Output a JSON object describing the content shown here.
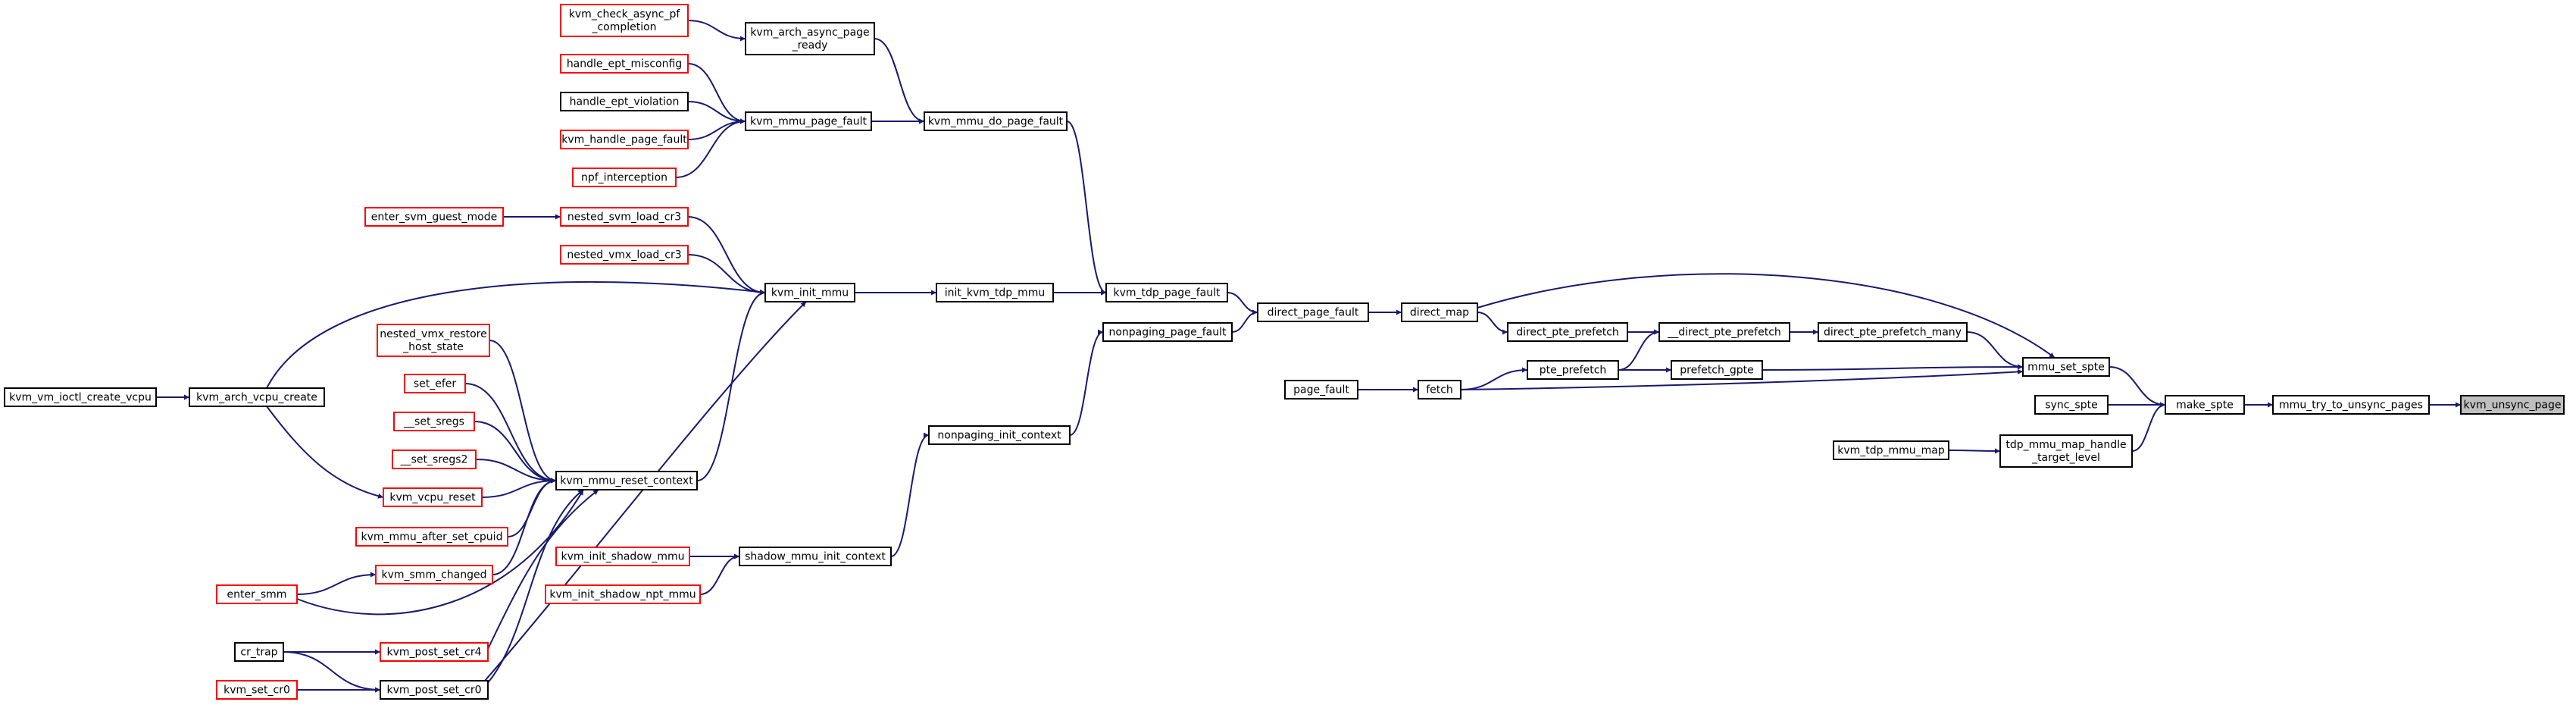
{
  "colors": {
    "edge": "#191970",
    "box_default": "#000000",
    "box_highlight": "#ff0000",
    "focus_fill": "#bfbfbf",
    "background": "#ffffff"
  },
  "focus_node": "kvm_unsync_page",
  "nodes": [
    {
      "id": "kvm_unsync_page",
      "lines": [
        "kvm_unsync_page"
      ],
      "red": false
    },
    {
      "id": "mmu_try_to_unsync_pages",
      "lines": [
        "mmu_try_to_unsync_pages"
      ],
      "red": false
    },
    {
      "id": "make_spte",
      "lines": [
        "make_spte"
      ],
      "red": false
    },
    {
      "id": "mmu_set_spte",
      "lines": [
        "mmu_set_spte"
      ],
      "red": false
    },
    {
      "id": "sync_spte",
      "lines": [
        "sync_spte"
      ],
      "red": false
    },
    {
      "id": "tdp_mmu_map_handle_target_level",
      "lines": [
        "tdp_mmu_map_handle",
        "_target_level"
      ],
      "red": false
    },
    {
      "id": "kvm_tdp_mmu_map",
      "lines": [
        "kvm_tdp_mmu_map"
      ],
      "red": false
    },
    {
      "id": "direct_pte_prefetch_many",
      "lines": [
        "direct_pte_prefetch_many"
      ],
      "red": false
    },
    {
      "id": "direct_map",
      "lines": [
        "direct_map"
      ],
      "red": false
    },
    {
      "id": "fetch",
      "lines": [
        "fetch"
      ],
      "red": false
    },
    {
      "id": "prefetch_gpte",
      "lines": [
        "prefetch_gpte"
      ],
      "red": false
    },
    {
      "id": "__direct_pte_prefetch",
      "lines": [
        "__direct_pte_prefetch"
      ],
      "red": false
    },
    {
      "id": "direct_pte_prefetch",
      "lines": [
        "direct_pte_prefetch"
      ],
      "red": false
    },
    {
      "id": "pte_prefetch",
      "lines": [
        "pte_prefetch"
      ],
      "red": false
    },
    {
      "id": "page_fault",
      "lines": [
        "page_fault"
      ],
      "red": false
    },
    {
      "id": "direct_page_fault",
      "lines": [
        "direct_page_fault"
      ],
      "red": false
    },
    {
      "id": "kvm_tdp_page_fault",
      "lines": [
        "kvm_tdp_page_fault"
      ],
      "red": false
    },
    {
      "id": "nonpaging_page_fault",
      "lines": [
        "nonpaging_page_fault"
      ],
      "red": false
    },
    {
      "id": "kvm_mmu_do_page_fault",
      "lines": [
        "kvm_mmu_do_page_fault"
      ],
      "red": false
    },
    {
      "id": "init_kvm_tdp_mmu",
      "lines": [
        "init_kvm_tdp_mmu"
      ],
      "red": false
    },
    {
      "id": "kvm_arch_async_page_ready",
      "lines": [
        "kvm_arch_async_page",
        "_ready"
      ],
      "red": false
    },
    {
      "id": "kvm_mmu_page_fault",
      "lines": [
        "kvm_mmu_page_fault"
      ],
      "red": false
    },
    {
      "id": "kvm_check_async_pf_completion",
      "lines": [
        "kvm_check_async_pf",
        "_completion"
      ],
      "red": true
    },
    {
      "id": "handle_ept_misconfig",
      "lines": [
        "handle_ept_misconfig"
      ],
      "red": true
    },
    {
      "id": "handle_ept_violation",
      "lines": [
        "handle_ept_violation"
      ],
      "red": false
    },
    {
      "id": "kvm_handle_page_fault",
      "lines": [
        "kvm_handle_page_fault"
      ],
      "red": true
    },
    {
      "id": "npf_interception",
      "lines": [
        "npf_interception"
      ],
      "red": true
    },
    {
      "id": "kvm_init_mmu",
      "lines": [
        "kvm_init_mmu"
      ],
      "red": false
    },
    {
      "id": "nested_svm_load_cr3",
      "lines": [
        "nested_svm_load_cr3"
      ],
      "red": true
    },
    {
      "id": "nested_vmx_load_cr3",
      "lines": [
        "nested_vmx_load_cr3"
      ],
      "red": true
    },
    {
      "id": "enter_svm_guest_mode",
      "lines": [
        "enter_svm_guest_mode"
      ],
      "red": true
    },
    {
      "id": "kvm_arch_vcpu_create",
      "lines": [
        "kvm_arch_vcpu_create"
      ],
      "red": false
    },
    {
      "id": "kvm_vm_ioctl_create_vcpu",
      "lines": [
        "kvm_vm_ioctl_create_vcpu"
      ],
      "red": false
    },
    {
      "id": "kvm_mmu_reset_context",
      "lines": [
        "kvm_mmu_reset_context"
      ],
      "red": false
    },
    {
      "id": "nested_vmx_restore_host_state",
      "lines": [
        "nested_vmx_restore",
        "_host_state"
      ],
      "red": true
    },
    {
      "id": "set_efer",
      "lines": [
        "set_efer"
      ],
      "red": true
    },
    {
      "id": "__set_sregs",
      "lines": [
        "__set_sregs"
      ],
      "red": true
    },
    {
      "id": "__set_sregs2",
      "lines": [
        "__set_sregs2"
      ],
      "red": true
    },
    {
      "id": "kvm_vcpu_reset",
      "lines": [
        "kvm_vcpu_reset"
      ],
      "red": true
    },
    {
      "id": "kvm_mmu_after_set_cpuid",
      "lines": [
        "kvm_mmu_after_set_cpuid"
      ],
      "red": true
    },
    {
      "id": "kvm_smm_changed",
      "lines": [
        "kvm_smm_changed"
      ],
      "red": true
    },
    {
      "id": "enter_smm",
      "lines": [
        "enter_smm"
      ],
      "red": true
    },
    {
      "id": "kvm_post_set_cr4",
      "lines": [
        "kvm_post_set_cr4"
      ],
      "red": true
    },
    {
      "id": "kvm_post_set_cr0",
      "lines": [
        "kvm_post_set_cr0"
      ],
      "red": false
    },
    {
      "id": "cr_trap",
      "lines": [
        "cr_trap"
      ],
      "red": false
    },
    {
      "id": "kvm_set_cr0",
      "lines": [
        "kvm_set_cr0"
      ],
      "red": true
    },
    {
      "id": "nonpaging_init_context",
      "lines": [
        "nonpaging_init_context"
      ],
      "red": false
    },
    {
      "id": "shadow_mmu_init_context",
      "lines": [
        "shadow_mmu_init_context"
      ],
      "red": false
    },
    {
      "id": "kvm_init_shadow_mmu",
      "lines": [
        "kvm_init_shadow_mmu"
      ],
      "red": true
    },
    {
      "id": "kvm_init_shadow_npt_mmu",
      "lines": [
        "kvm_init_shadow_npt_mmu"
      ],
      "red": true
    }
  ],
  "edges": [
    [
      "mmu_try_to_unsync_pages",
      "kvm_unsync_page"
    ],
    [
      "make_spte",
      "mmu_try_to_unsync_pages"
    ],
    [
      "mmu_set_spte",
      "make_spte"
    ],
    [
      "sync_spte",
      "make_spte"
    ],
    [
      "tdp_mmu_map_handle_target_level",
      "make_spte"
    ],
    [
      "kvm_tdp_mmu_map",
      "tdp_mmu_map_handle_target_level"
    ],
    [
      "direct_pte_prefetch_many",
      "mmu_set_spte"
    ],
    [
      "direct_map",
      "mmu_set_spte"
    ],
    [
      "fetch",
      "mmu_set_spte"
    ],
    [
      "prefetch_gpte",
      "mmu_set_spte"
    ],
    [
      "__direct_pte_prefetch",
      "direct_pte_prefetch_many"
    ],
    [
      "direct_pte_prefetch",
      "__direct_pte_prefetch"
    ],
    [
      "pte_prefetch",
      "__direct_pte_prefetch"
    ],
    [
      "direct_map",
      "direct_pte_prefetch"
    ],
    [
      "pte_prefetch",
      "prefetch_gpte"
    ],
    [
      "fetch",
      "pte_prefetch"
    ],
    [
      "page_fault",
      "fetch"
    ],
    [
      "direct_page_fault",
      "direct_map"
    ],
    [
      "kvm_tdp_page_fault",
      "direct_page_fault"
    ],
    [
      "nonpaging_page_fault",
      "direct_page_fault"
    ],
    [
      "kvm_mmu_do_page_fault",
      "kvm_tdp_page_fault"
    ],
    [
      "init_kvm_tdp_mmu",
      "kvm_tdp_page_fault"
    ],
    [
      "nonpaging_init_context",
      "nonpaging_page_fault"
    ],
    [
      "kvm_arch_async_page_ready",
      "kvm_mmu_do_page_fault"
    ],
    [
      "kvm_mmu_page_fault",
      "kvm_mmu_do_page_fault"
    ],
    [
      "kvm_check_async_pf_completion",
      "kvm_arch_async_page_ready"
    ],
    [
      "handle_ept_misconfig",
      "kvm_mmu_page_fault"
    ],
    [
      "handle_ept_violation",
      "kvm_mmu_page_fault"
    ],
    [
      "kvm_handle_page_fault",
      "kvm_mmu_page_fault"
    ],
    [
      "npf_interception",
      "kvm_mmu_page_fault"
    ],
    [
      "kvm_init_mmu",
      "init_kvm_tdp_mmu"
    ],
    [
      "nested_svm_load_cr3",
      "kvm_init_mmu"
    ],
    [
      "nested_vmx_load_cr3",
      "kvm_init_mmu"
    ],
    [
      "kvm_arch_vcpu_create",
      "kvm_init_mmu"
    ],
    [
      "kvm_mmu_reset_context",
      "kvm_init_mmu"
    ],
    [
      "kvm_post_set_cr0",
      "kvm_init_mmu"
    ],
    [
      "enter_svm_guest_mode",
      "nested_svm_load_cr3"
    ],
    [
      "kvm_vm_ioctl_create_vcpu",
      "kvm_arch_vcpu_create"
    ],
    [
      "kvm_arch_vcpu_create",
      "kvm_vcpu_reset"
    ],
    [
      "nested_vmx_restore_host_state",
      "kvm_mmu_reset_context"
    ],
    [
      "set_efer",
      "kvm_mmu_reset_context"
    ],
    [
      "__set_sregs",
      "kvm_mmu_reset_context"
    ],
    [
      "__set_sregs2",
      "kvm_mmu_reset_context"
    ],
    [
      "kvm_vcpu_reset",
      "kvm_mmu_reset_context"
    ],
    [
      "kvm_mmu_after_set_cpuid",
      "kvm_mmu_reset_context"
    ],
    [
      "kvm_smm_changed",
      "kvm_mmu_reset_context"
    ],
    [
      "enter_smm",
      "kvm_mmu_reset_context"
    ],
    [
      "kvm_post_set_cr4",
      "kvm_mmu_reset_context"
    ],
    [
      "kvm_post_set_cr0",
      "kvm_mmu_reset_context"
    ],
    [
      "enter_smm",
      "kvm_smm_changed"
    ],
    [
      "cr_trap",
      "kvm_post_set_cr4"
    ],
    [
      "cr_trap",
      "kvm_post_set_cr0"
    ],
    [
      "kvm_set_cr0",
      "kvm_post_set_cr0"
    ],
    [
      "shadow_mmu_init_context",
      "nonpaging_init_context"
    ],
    [
      "kvm_init_shadow_mmu",
      "shadow_mmu_init_context"
    ],
    [
      "kvm_init_shadow_npt_mmu",
      "shadow_mmu_init_context"
    ]
  ]
}
